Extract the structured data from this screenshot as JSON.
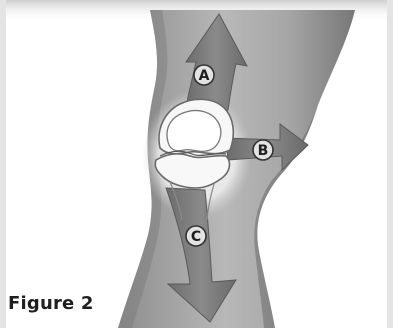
{
  "caption": "Figure 2",
  "labels": {
    "a": "A",
    "b": "B",
    "c": "C"
  },
  "colors": {
    "frame_top": "#d7d7d7",
    "leg_light": "#b3b3b3",
    "leg_mid": "#8f8f8f",
    "leg_dark": "#686868",
    "arrow_fill": "#7b7b7b",
    "arrow_edge": "#565656",
    "kneecap_fill": "#fafafa",
    "bone_line": "#666666",
    "label_badge": "#e3e3e3"
  }
}
